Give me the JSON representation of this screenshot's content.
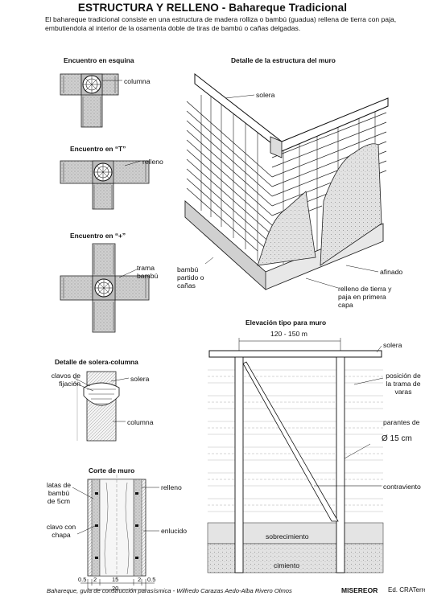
{
  "title": "ESTRUCTURA Y RELLENO - Bahareque Tradicional",
  "intro": "El bahareque tradicional consiste en una estructura de madera rolliza o bambú (guadua) rellena de tierra con paja, embutiendola al interior de la osamenta doble de tiras de bambú o cañas delgadas.",
  "sections": {
    "esquina": "Encuentro en esquina",
    "t": "Encuentro en “T”",
    "cruz": "Encuentro en “+”",
    "solera_columna": "Detalle de solera-columna",
    "corte": "Corte de muro",
    "detalle_muro": "Detalle de la estructura del muro",
    "elevacion": "Elevación tipo para muro"
  },
  "labels": {
    "columna": "columna",
    "relleno": "relleno",
    "trama_bambu": "trama bambú",
    "clavos_fijacion": "clavos de fijación",
    "solera": "solera",
    "columna2": "columna",
    "latas": "latas de bambú de 5cm",
    "relleno2": "relleno",
    "clavo_chapa": "clavo con chapa",
    "enlucido": "enlucido",
    "solera_muro": "solera",
    "bambu_partido": "bambú partido o cañas",
    "afinado": "afinado",
    "relleno_tierra": "relleno de tierra y paja en primera capa",
    "span": "120 - 150 m",
    "solera_elev": "solera",
    "posicion_trama": "posición de la trama de varas",
    "parantes": "parantes de",
    "parantes_dim": "Ø 15 cm",
    "contraviento": "contraviento",
    "sobrecimiento": "sobrecimiento",
    "cimiento": "cimiento"
  },
  "dims": {
    "d1": "0.5",
    "d2": "2",
    "d3": "15",
    "d4": "2",
    "d5": "0.5",
    "total": "20"
  },
  "footer": {
    "text": "Bahareque, guía de construcción parasísmica - Wilfredo Carazas Aedo-Alba Rivero Olmos",
    "brand": "MISEREOR",
    "ed": "Ed. CRATerre"
  }
}
